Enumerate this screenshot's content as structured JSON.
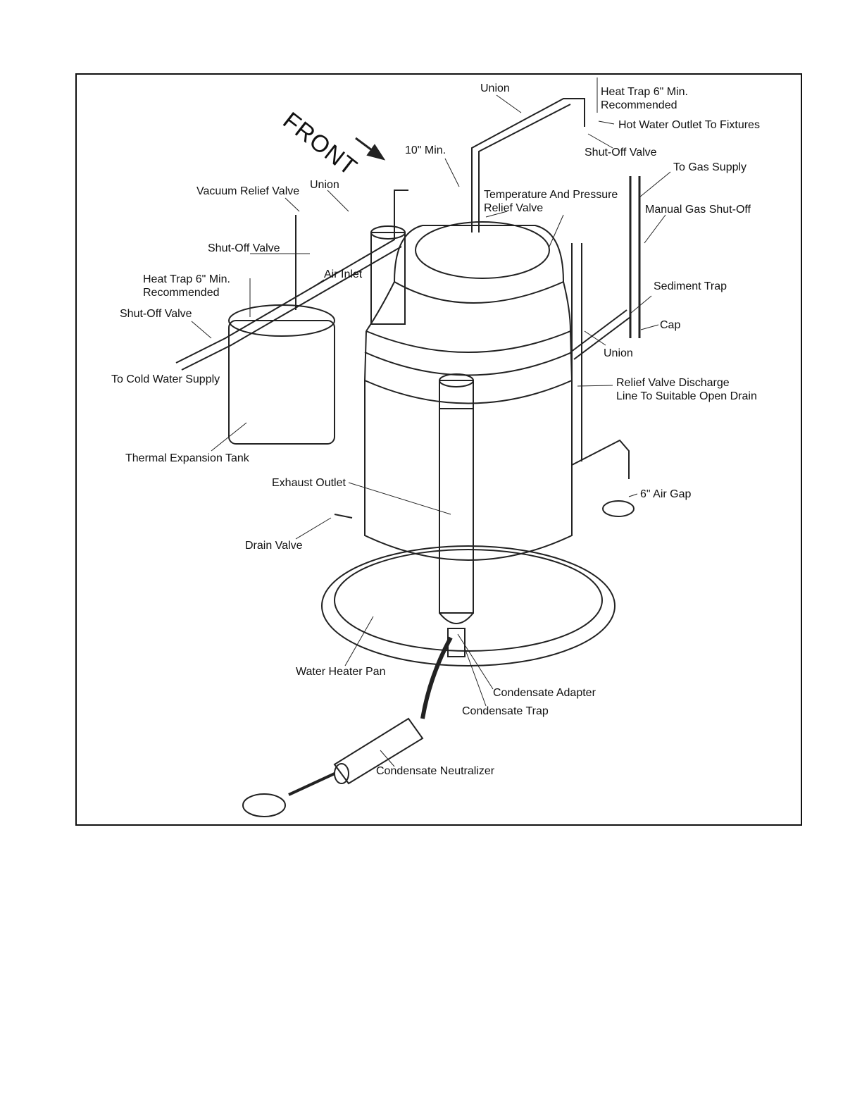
{
  "diagram": {
    "front_label": "FRONT",
    "labels": {
      "union_top": "Union",
      "heat_trap_top": "Heat Trap 6\" Min.\nRecommended",
      "hot_water_outlet": "Hot Water Outlet To Fixtures",
      "shutoff_valve_top": "Shut-Off Valve",
      "ten_min": "10\" Min.",
      "to_gas_supply": "To Gas Supply",
      "vacuum_relief_valve": "Vacuum Relief Valve",
      "union_left": "Union",
      "tp_relief_valve": "Temperature And Pressure\nRelief Valve",
      "manual_gas_shutoff": "Manual Gas Shut-Off",
      "shutoff_valve_left": "Shut-Off Valve",
      "air_inlet": "Air Inlet",
      "heat_trap_left": "Heat Trap 6\" Min.\nRecommended",
      "sediment_trap": "Sediment Trap",
      "shutoff_valve_lower": "Shut-Off Valve",
      "cap": "Cap",
      "union_right": "Union",
      "to_cold_water": "To Cold Water Supply",
      "relief_discharge": "Relief Valve Discharge\nLine To Suitable Open Drain",
      "thermal_expansion_tank": "Thermal Expansion Tank",
      "exhaust_outlet": "Exhaust Outlet",
      "air_gap": "6\" Air Gap",
      "drain_valve": "Drain Valve",
      "water_heater_pan": "Water Heater Pan",
      "condensate_adapter": "Condensate Adapter",
      "condensate_trap": "Condensate Trap",
      "condensate_neutralizer": "Condensate Neutralizer"
    }
  }
}
